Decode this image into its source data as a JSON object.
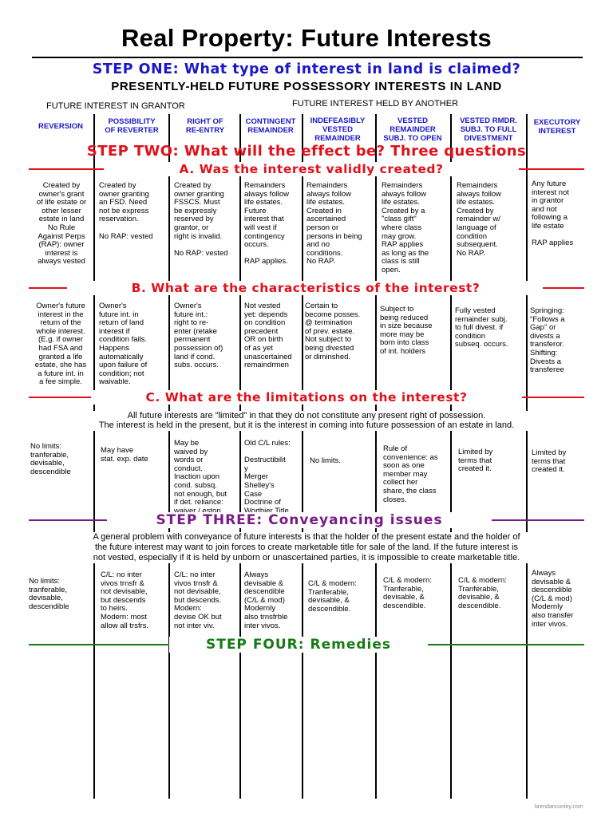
{
  "title": "Real Property: Future Interests",
  "step_one": "STEP ONE: What type of interest in land is claimed?",
  "subtitle": "PRESENTLY-HELD FUTURE POSSESSORY INTERESTS IN LAND",
  "group_grantor": "FUTURE INTEREST IN GRANTOR",
  "group_another": "FUTURE INTEREST HELD BY ANOTHER",
  "columns": [
    "REVERSION",
    "POSSIBILITY\nOF REVERTER",
    "RIGHT OF\nRE-ENTRY",
    "CONTINGENT\nREMAINDER",
    "INDEFEASIBLY\nVESTED\nREMAINDER",
    "VESTED\nREMAINDER\nSUBJ. TO OPEN",
    "VESTED RMDR.\nSUBJ. TO FULL\nDIVESTMENT",
    "EXECUTORY\nINTEREST"
  ],
  "step_two": "STEP TWO: What will the effect be? Three questions",
  "section_a": {
    "heading": "A. Was the interest validly created?",
    "cells": [
      "Created by\nowner's grant\nof life estate or\nother lesser\nestate in land\nNo Rule\nAgainst Perps\n(RAP): owner\ninterest is\nalways vested",
      "Created by\nowner granting\nan FSD.  Need\nnot be express\nreservation.\n\nNo RAP: vested",
      "Created by\nowner granting\nFSSCS.  Must\nbe expressly\nreserved by\ngrantor, or\nright is invalid.\n\nNo RAP: vested",
      "Remainders\nalways follow\nlife estates.\n  Future\ninterest that\nwill vest if\ncontingency\noccurs.\n\nRAP applies.",
      "Remainders\nalways follow\nlife estates.\n  Created in\nascertained\nperson or\npersons in being\nand no\nconditions.\n  No RAP.",
      "Remainders\nalways follow\nlife estates.\n  Created by a\n\"class gift\"\nwhere class\nmay grow.\n  RAP applies\nas long as the\nclass is still\nopen.",
      "Remainders\nalways follow\nlife estates.\n  Created by\nremainder w/\nlanguage of\ncondition\nsubsequent.\n  No RAP.",
      "Any future\ninterest not\nin grantor\nand not\nfollowing a\nlife estate\n\nRAP applies"
    ]
  },
  "section_b": {
    "heading": "B. What are the characteristics of the interest?",
    "cells": [
      "Owner's future\ninterest in the\nreturn of the\nwhole interest.\n(E.g. if owner\nhad FSA and\ngranted a life\nestate, she has\na future int. in\na fee simple.",
      "  Owner's\nfuture int. in\nreturn of land\ninterest if\ncondition fails.\n  Happens\nautomatically\nupon failure of\ncondition; not\nwaivable.",
      "  Owner's\nfuture int.:\nright to re-\nenter (retake\npermanent\npossession of)\nland if cond.\nsubs. occurs.",
      "  Not vested\nyet: depends\non condition\nprecedent\n  OR on birth\nof as yet\nunascertained\nremaindrmen",
      "  Certain to\nbecome posses.\n@ termination\nof prev. estate.\n  Not subject to\nbeing divested\nor diminshed.",
      "  Subject to\nbeing reduced\nin size because\nmore may be\nborn into class\nof int. holders",
      "  Fully vested\nremainder subj.\nto full divest. if\ncondition\nsubseq. occurs.",
      "  Springing:\n\"Follows a\nGap\" or\ndivests a\ntransferor.\n  Shifting:\nDivests a\ntransferee"
    ]
  },
  "section_c": {
    "heading": "C. What are the limitations on the interest?",
    "intro_1": "All future interests are \"limited\" in that they do not constitute any present right of possession.",
    "intro_2": "The interest is held in the present, but it is the interest in coming into future possession of an estate in land.",
    "cells": [
      "No limits:\ntranferable,\ndevisable,\ndescendible",
      "  May have\nstat. exp. date",
      "  May be\nwaived by\nwords or\nconduct.\n  Inaction upon\ncond. subsq.\nnot enough, but\nif det. reliance:\nwaiver / estop.",
      "Old C/L rules:\n\nDestructibilit\ny\nMerger\nShelley's\nCase\nDoctrine of\nWorthier Title",
      "\n  No limits.",
      "Rule of\nconvenience: as\nsoon as one\nmember may\ncollect her\nshare, the class\ncloses.",
      "  Limited by\nterms that\ncreated it.",
      "  Limited by\nterms that\ncreated it."
    ]
  },
  "step_three": {
    "heading": "STEP THREE: Conveyancing issues",
    "intro_1": "A general problem with conveyance of future interests is that the holder of the present estate and the holder of",
    "intro_2": "the future interest may want to join forces to create marketable title for sale of the land.  If the future interest is",
    "intro_3": "not vested, especially if it is held by unborn or unascertained parties, it is impossible to create marketable title.",
    "cells": [
      "No limits:\ntranferable,\ndevisable,\ndescendible",
      "  C/L: no inter\nvivos trnsfr &\nnot devisable,\nbut descends\nto heirs.\n  Modern: most\nallow all trsfrs.",
      "  C/L: no inter\nvivos trnsfr &\nnot devisable,\nbut descends.\n  Modern:\ndevise OK but\nnot inter viv.",
      "  Always\ndevisable &\ndescendible\n(C/L & mod)\n  Modernly\nalso trnsfrble\ninter vivos.",
      "C/L & modern:\nTranferable,\ndevisable, &\ndescendible.",
      "C/L & modern:\nTranferable,\ndevisable, &\ndescendible.",
      "C/L & modern:\nTranferable,\ndevisable, &\ndescendible.",
      "  Always\ndevisable &\ndescendible\n(C/L & mod)\n  Modernly\nalso transfer\ninter vivos."
    ]
  },
  "step_four": "STEP FOUR: Remedies",
  "credit": "brendanconley.com"
}
